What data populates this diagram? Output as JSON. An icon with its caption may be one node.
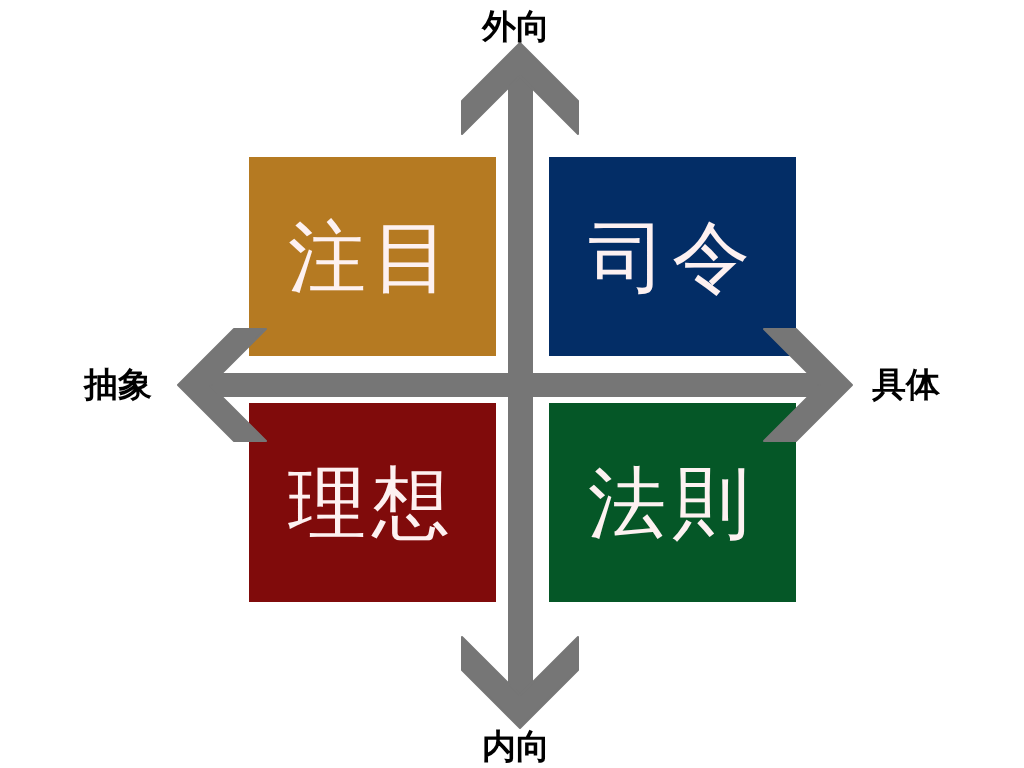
{
  "diagram": {
    "nodes": [
      {
        "text": [
          "注目"
        ]
      },
      {
        "text": [
          "司令"
        ]
      },
      {
        "text": [
          "理想"
        ]
      },
      {
        "text": [
          "法則"
        ]
      }
    ],
    "labels": [
      "外向",
      "抽象",
      "具体",
      "内向"
    ]
  }
}
